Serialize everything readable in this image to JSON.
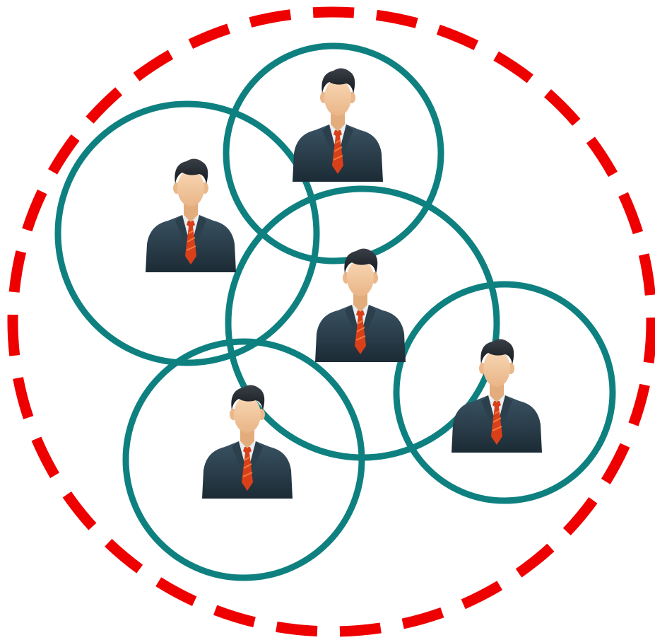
{
  "colors": {
    "group_boundary": "#ee0000",
    "circle_stroke": "#0f8080",
    "suit": "#233642",
    "suit_highlight": "#3a5363",
    "shirt": "#e9eef2",
    "tie": "#d9401a",
    "tie_stripe": "#f47a3a",
    "hair": "#222830",
    "skin": "#f4caa0",
    "background": "#ffffff"
  },
  "icons": {
    "person": "businessman-icon",
    "boundary": "dashed-ellipse",
    "range": "circle-outline"
  },
  "groups": {
    "count_people": 5,
    "count_circles": 5
  }
}
